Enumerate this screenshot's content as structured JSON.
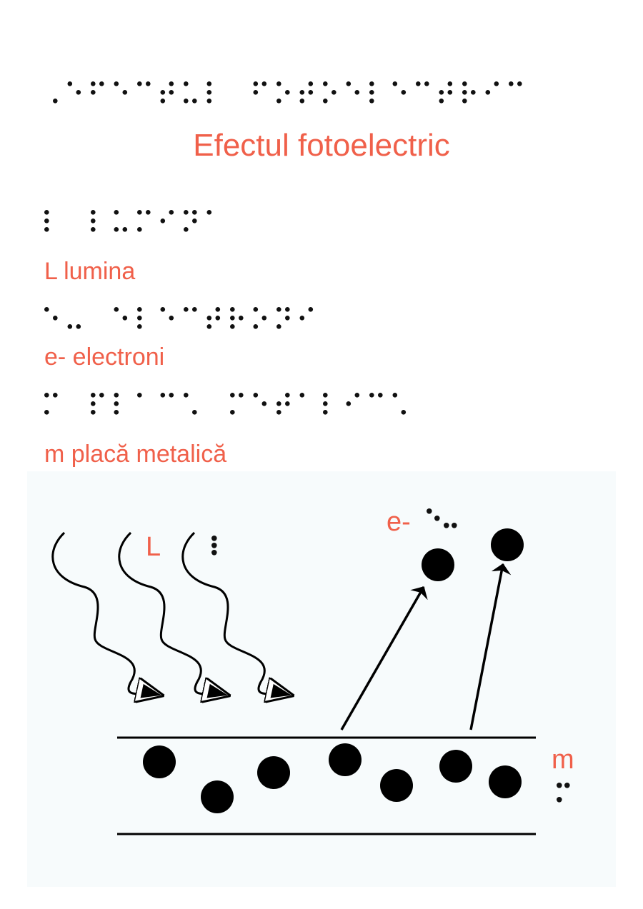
{
  "title": {
    "braille": "⠠⠑⠋⠑⠉⠞⠥⠇ ⠋⠕⠞⠕⠑⠇⠑⠉⠞⠗⠊⠉",
    "text": "Efectul fotoelectric"
  },
  "legend": [
    {
      "braille": "⠇ ⠇⠥⠍⠊⠝⠁",
      "text": "L lumina"
    },
    {
      "braille": "⠑⠤ ⠑⠇⠑⠉⠞⠗⠕⠝⠊",
      "text": "e- electroni"
    },
    {
      "braille": "⠍ ⠏⠇⠁⠉⠡ ⠍⠑⠞⠁⠇⠊⠉⠡",
      "text": "m placă metalică"
    }
  ],
  "diagram": {
    "light": {
      "label": "L",
      "braille": "⠇"
    },
    "electron": {
      "label": "e-",
      "braille": "⠑⠤"
    },
    "plate": {
      "label": "m",
      "braille": "⠍"
    },
    "light_ray_count": 3,
    "emitted_electron_count": 2,
    "plate_electron_count": 7
  }
}
